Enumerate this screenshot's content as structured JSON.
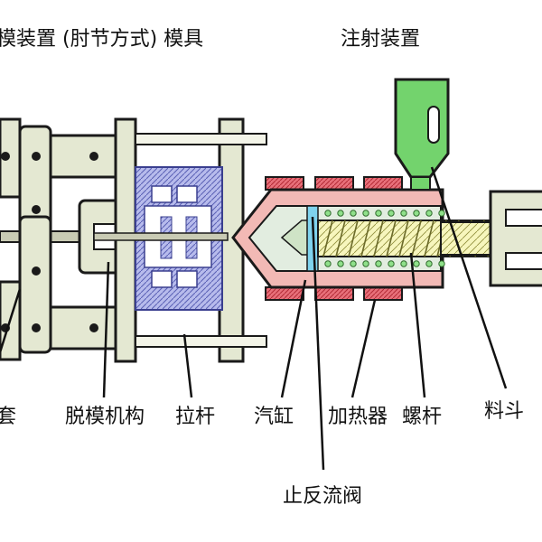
{
  "titles": {
    "clamp": "模装置 (肘节方式) 模具",
    "injection": "注射装置"
  },
  "labels": {
    "sleeve": "套",
    "ejector": "脱模机构",
    "tie_rod": "拉杆",
    "cylinder": "汽缸",
    "heater": "加热器",
    "screw": "螺杆",
    "hopper": "料斗",
    "check_valve": "止反流阀"
  },
  "colors": {
    "toggle": "#e4e8d2",
    "mold": "#9aa0dd",
    "heater": "#d94a54",
    "barrel": "#f2b9b5",
    "screw": "#f2f1a6",
    "hopper": "#73d36d",
    "outline": "#1a1a1a"
  }
}
